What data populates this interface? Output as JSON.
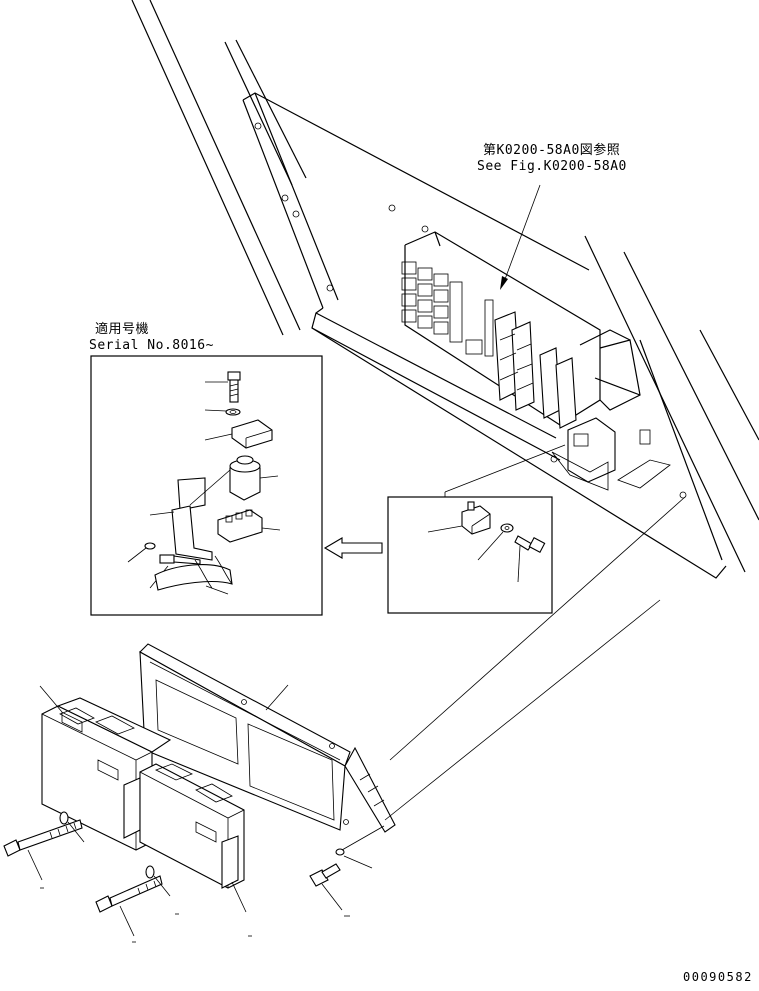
{
  "references": {
    "ref_jp": "第K0200-58A0図参照",
    "ref_en": "See Fig.K0200-58A0",
    "serial_jp": "適用号機",
    "serial_en": "Serial No.8016~"
  },
  "drawing_number": "00090582"
}
